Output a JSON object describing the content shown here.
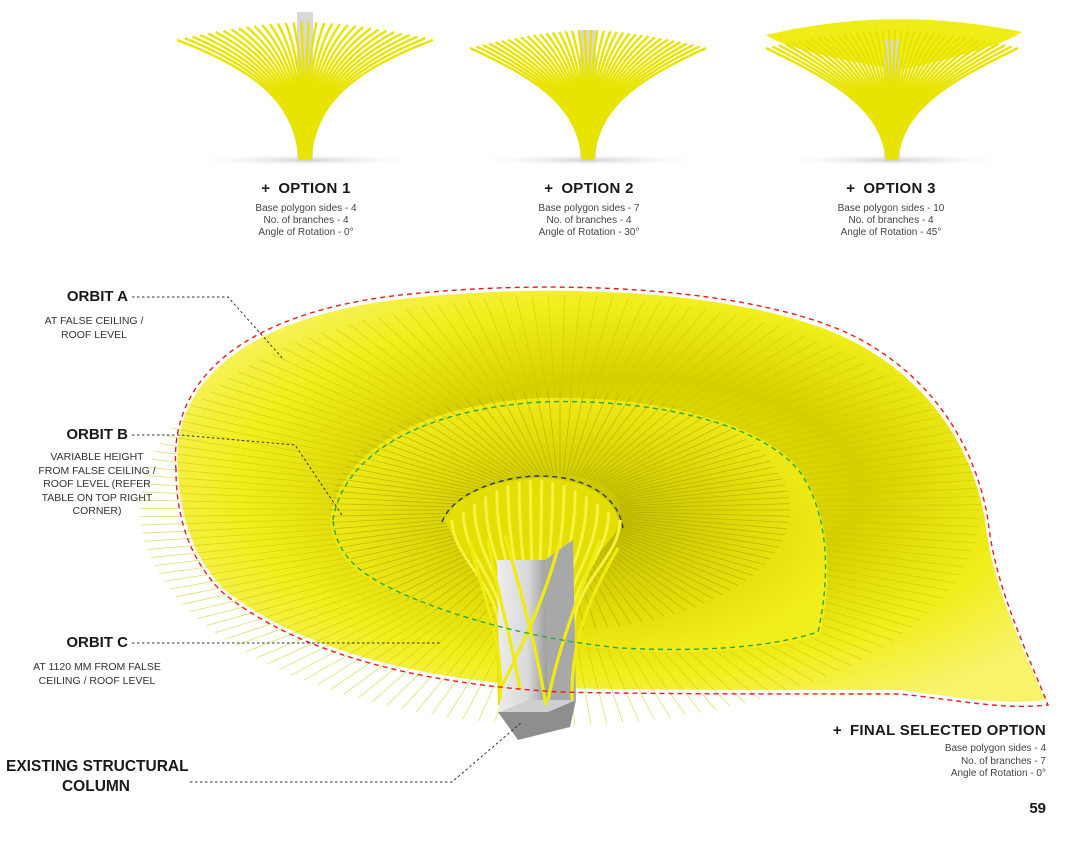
{
  "options": [
    {
      "title": "OPTION 1",
      "lines": [
        "Base polygon sides - 4",
        "No. of branches - 4",
        "Angle of Rotation  - 0°"
      ]
    },
    {
      "title": "OPTION 2",
      "lines": [
        "Base polygon sides - 7",
        "No. of branches - 4",
        "Angle of Rotation  - 30°"
      ]
    },
    {
      "title": "OPTION 3",
      "lines": [
        "Base polygon sides - 10",
        "No. of branches - 4",
        "Angle of Rotation  - 45°"
      ]
    }
  ],
  "orbits": [
    {
      "title": "ORBIT A",
      "desc": "AT FALSE CEILING / ROOF LEVEL"
    },
    {
      "title": "ORBIT B",
      "desc": "VARIABLE HEIGHT FROM FALSE CEILING / ROOF LEVEL (REFER TABLE ON TOP RIGHT CORNER)"
    },
    {
      "title": "ORBIT C",
      "desc": "AT 1120 MM FROM FALSE CEILING / ROOF LEVEL"
    }
  ],
  "column_label": [
    "EXISTING STRUCTURAL",
    "COLUMN"
  ],
  "final": {
    "title": "FINAL SELECTED OPTION",
    "lines": [
      "Base polygon sides - 4",
      "No. of branches - 7",
      "Angle of Rotation  - 0°"
    ]
  },
  "plus_symbol": "+",
  "page_number": "59",
  "colors": {
    "structure_yellow": "#f2ee1c",
    "structure_shadow": "#b8b400",
    "orbit_a_line": "#e02020",
    "orbit_b_line": "#2aa83a",
    "orbit_c_line": "#2a3a66",
    "column_grey": "#bdbdbd"
  }
}
